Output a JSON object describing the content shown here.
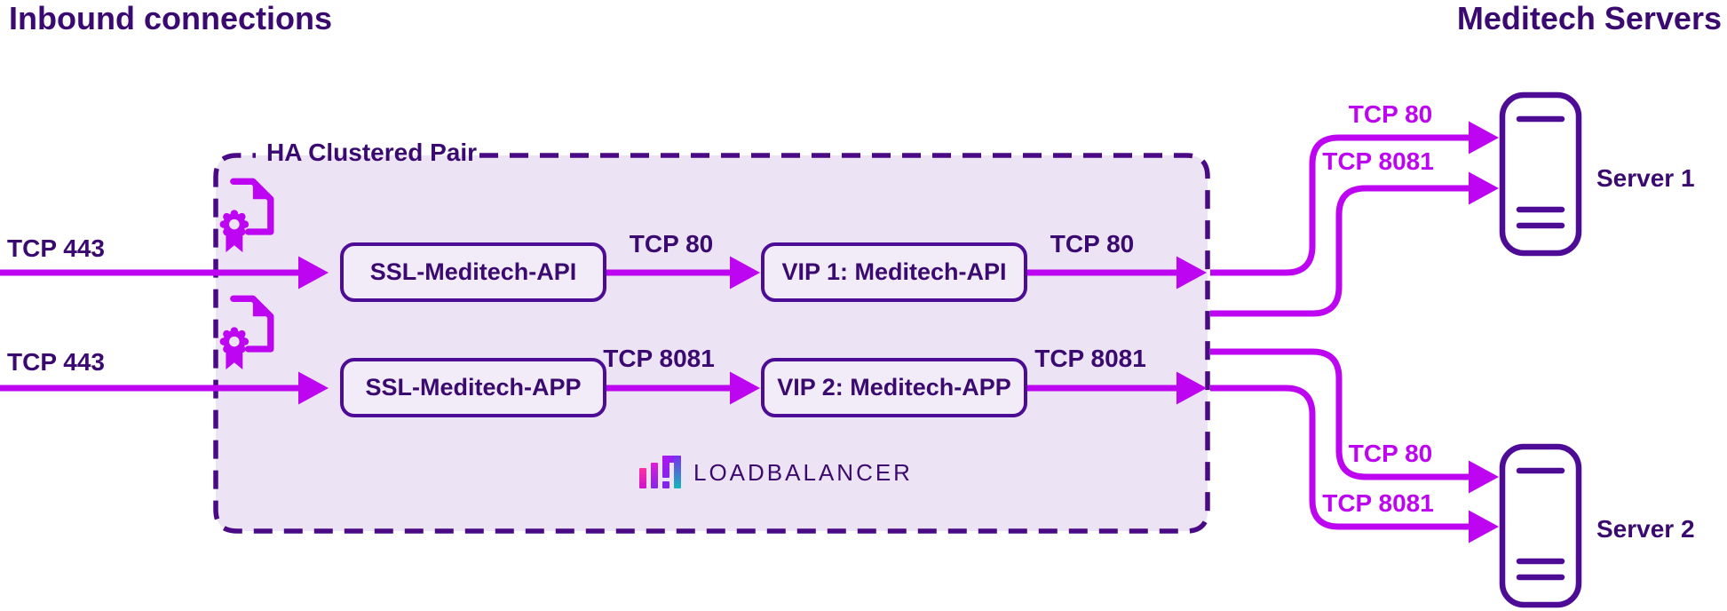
{
  "header": {
    "left_title": "Inbound connections",
    "right_title": "Meditech Servers"
  },
  "cluster": {
    "label": "HA Clustered Pair",
    "brand": "LOADBALANCER",
    "nodes": [
      {
        "id": "ssl-api",
        "label": "SSL-Meditech-API"
      },
      {
        "id": "vip-api",
        "label": "VIP 1: Meditech-API"
      },
      {
        "id": "ssl-app",
        "label": "SSL-Meditech-APP"
      },
      {
        "id": "vip-app",
        "label": "VIP 2: Meditech-APP"
      }
    ]
  },
  "flows": {
    "inbound_api": "TCP 443",
    "inbound_app": "TCP 443",
    "ssl_to_vip_api": "TCP 80",
    "ssl_to_vip_app": "TCP 8081",
    "vip_out_api": "TCP 80",
    "vip_out_app": "TCP 8081",
    "server1_http": "TCP 80",
    "server1_alt": "TCP 8081",
    "server2_http": "TCP 80",
    "server2_alt": "TCP 8081"
  },
  "servers": [
    {
      "name": "Server 1"
    },
    {
      "name": "Server 2"
    }
  ],
  "colors": {
    "ink": "#3a0a70",
    "magenta": "#bd05f2",
    "node_border": "#4c0c96",
    "cluster_dash": "#4a0a85",
    "cluster_fill": "#ece4f4",
    "brand_teal": "#14b8b8"
  }
}
